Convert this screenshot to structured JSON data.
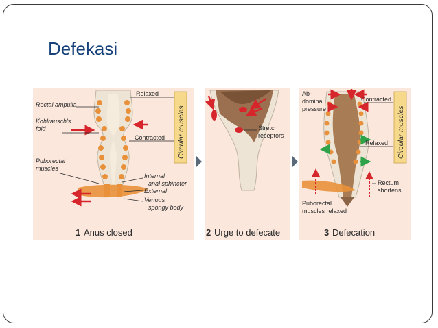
{
  "slide": {
    "title": "Defekasi"
  },
  "figure": {
    "panels": [
      {
        "number": "1",
        "caption": "Anus closed",
        "labels": {
          "rectal_ampulla": "Rectal ampulla",
          "kohlrausch_1": "Kohlrausch's",
          "kohlrausch_2": "fold",
          "puborectal_1": "Puborectal",
          "puborectal_2": "muscles",
          "relaxed": "Relaxed",
          "contracted": "Contracted",
          "circular_muscles": "Circular muscles",
          "internal_1": "Internal",
          "internal_2": "anal sphincter",
          "external": "External",
          "venous_1": "Venous",
          "venous_2": "spongy body"
        }
      },
      {
        "number": "2",
        "caption": "Urge to defecate",
        "labels": {
          "stretch_1": "Stretch",
          "stretch_2": "receptors"
        }
      },
      {
        "number": "3",
        "caption": "Defecation",
        "labels": {
          "abdominal_1": "Ab-",
          "abdominal_2": "dominal",
          "abdominal_3": "pressure",
          "contracted": "Contracted",
          "relaxed": "Relaxed",
          "circular_muscles": "Circular muscles",
          "puborectal_1": "Puborectal",
          "puborectal_2": "muscles relaxed",
          "rectum_1": "Rectum",
          "rectum_2": "shortens"
        }
      }
    ],
    "colors": {
      "panel_bg": "#fbe7dc",
      "muscle": "#e8913a",
      "wall": "#ede4d6",
      "arrow_red": "#d6262c",
      "arrow_green": "#2fa34a",
      "separator": "#5b6a7a"
    }
  }
}
